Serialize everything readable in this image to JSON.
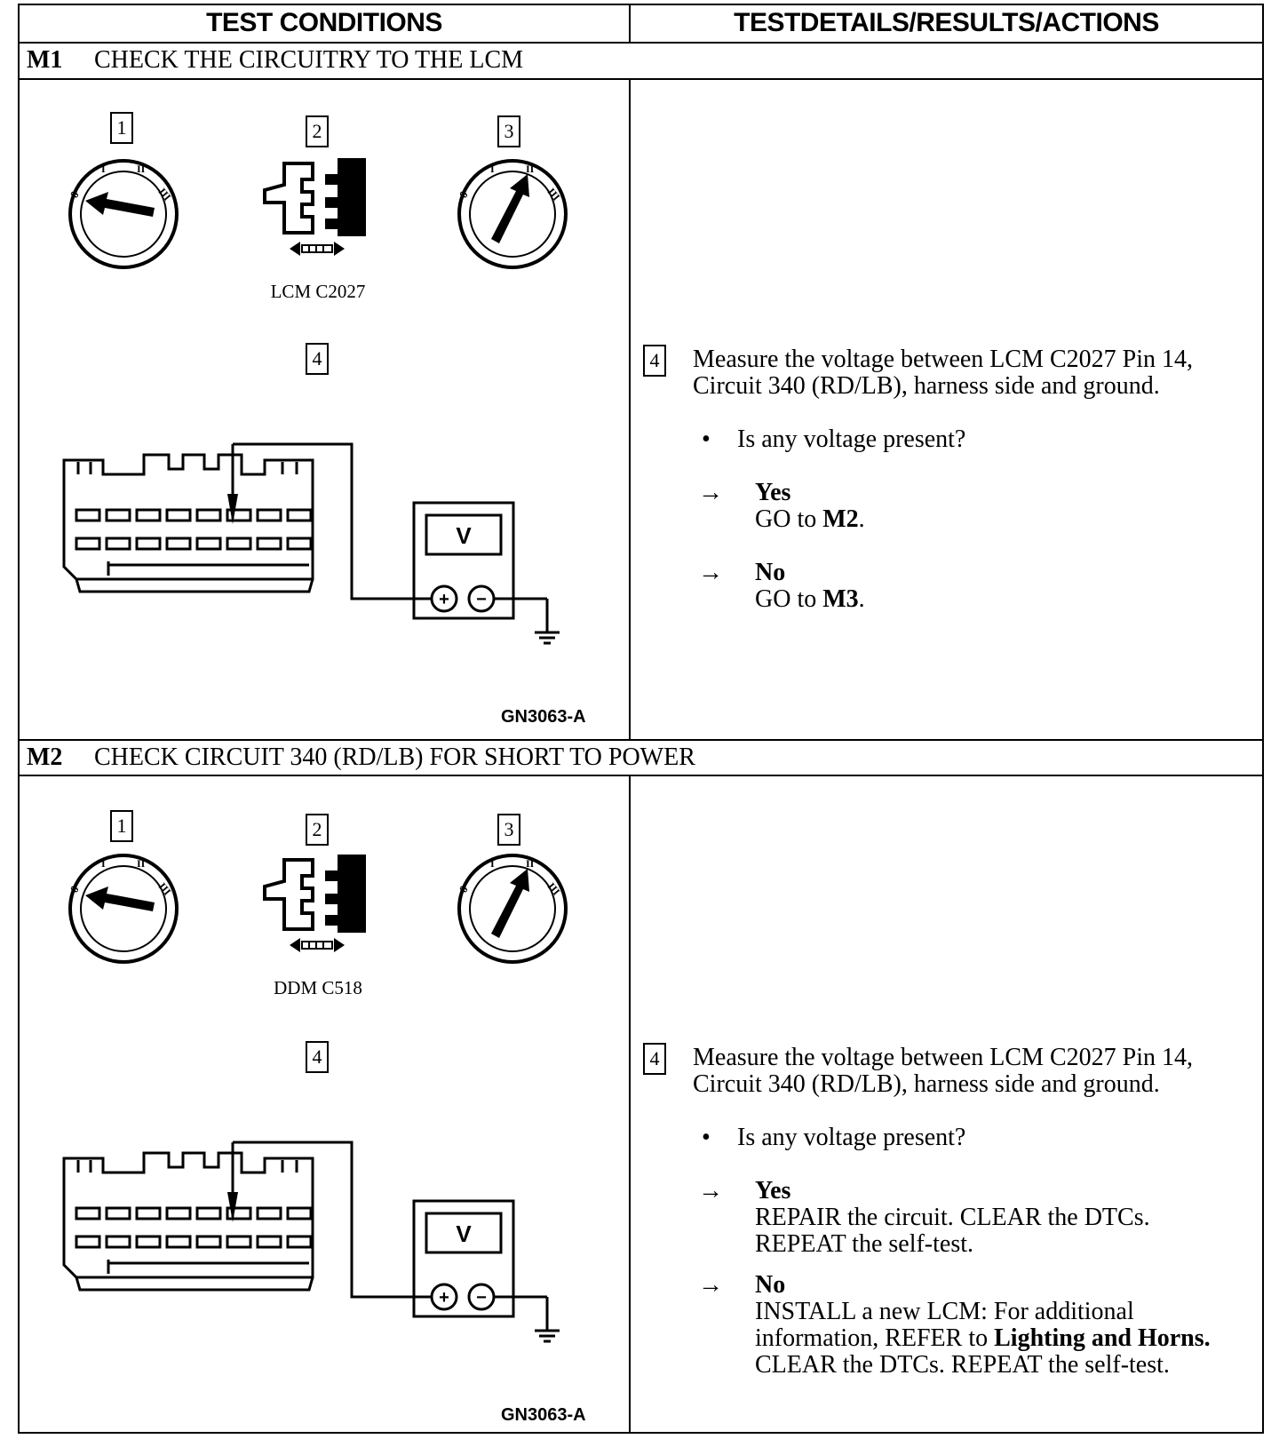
{
  "header": {
    "left": "TEST CONDITIONS",
    "right": "TESTDETAILS/RESULTS/ACTIONS"
  },
  "sections": [
    {
      "code": "M1",
      "title": "CHECK THE CIRCUITRY TO THE LCM",
      "steps": [
        "1",
        "2",
        "3",
        "4"
      ],
      "connector_caption": "LCM C2027",
      "figure_id": "GN3063-A",
      "meter_label": "V",
      "meter_plus": "+",
      "meter_minus": "−",
      "step_ref": "4",
      "instruction_line1": "Measure the voltage between LCM C2027 Pin 14,",
      "instruction_line2": "Circuit 340 (RD/LB), harness side and ground.",
      "bullet_mark": "•",
      "question": "Is any voltage present?",
      "arrow": "→",
      "yes_label": "Yes",
      "yes_action_prefix": "GO to ",
      "yes_action_target": "M2",
      "yes_action_suffix": ".",
      "no_label": "No",
      "no_action_prefix": "GO to ",
      "no_action_target": "M3",
      "no_action_suffix": "."
    },
    {
      "code": "M2",
      "title": "CHECK CIRCUIT 340 (RD/LB) FOR SHORT TO POWER",
      "steps": [
        "1",
        "2",
        "3",
        "4"
      ],
      "connector_caption": "DDM C518",
      "figure_id": "GN3063-A",
      "meter_label": "V",
      "meter_plus": "+",
      "meter_minus": "−",
      "step_ref": "4",
      "instruction_line1": "Measure the voltage between LCM C2027 Pin 14,",
      "instruction_line2": "Circuit 340 (RD/LB), harness side and ground.",
      "bullet_mark": "•",
      "question": "Is any voltage present?",
      "arrow": "→",
      "yes_label": "Yes",
      "yes_action_line1": "REPAIR the circuit. CLEAR the DTCs.",
      "yes_action_line2": "REPEAT the self-test.",
      "no_label": "No",
      "no_action_line1": "INSTALL a new LCM: For additional",
      "no_action_line2_prefix": "information, REFER to ",
      "no_action_line2_bold": "Lighting and Horns.",
      "no_action_line3": "CLEAR the DTCs. REPEAT  the self-test."
    }
  ]
}
